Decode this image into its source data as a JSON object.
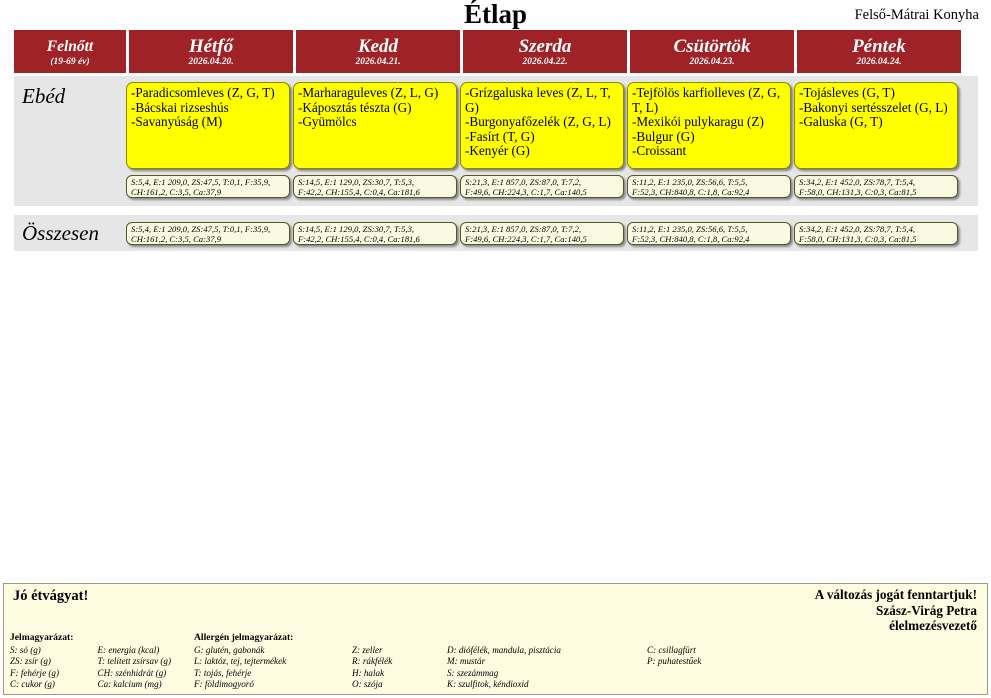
{
  "header": {
    "title": "Étlap",
    "kitchen": "Felső-Mátrai Konyha"
  },
  "columns": [
    {
      "title": "Felnőtt",
      "sub": "(19-69 év)"
    },
    {
      "title": "Hétfő",
      "sub": "2026.04.20."
    },
    {
      "title": "Kedd",
      "sub": "2026.04.21."
    },
    {
      "title": "Szerda",
      "sub": "2026.04.22."
    },
    {
      "title": "Csütörtök",
      "sub": "2026.04.23."
    },
    {
      "title": "Péntek",
      "sub": "2026.04.24."
    }
  ],
  "rows": {
    "meal": {
      "label": "Ebéd",
      "days": [
        {
          "dishes": [
            "-Paradicsomleves (Z, G, T)",
            "-Bácskai rizseshús",
            "-Savanyúság (M)"
          ],
          "nutrition_line1": "S:5,4, E:1 209,0, ZS:47,5, T:0,1, F:35,9,",
          "nutrition_line2": "CH:161,2, C:3,5, Ca:37,9"
        },
        {
          "dishes": [
            "-Marharaguleves  (Z, L, G)",
            "-Káposztás tészta (G)",
            "-Gyümölcs"
          ],
          "nutrition_line1": "S:14,5, E:1 129,0, ZS:30,7, T:5,3,",
          "nutrition_line2": "F:42,2, CH:155,4, C:0,4, Ca:181,6"
        },
        {
          "dishes": [
            "-Grízgaluska leves (Z, L, T, G)",
            "-Burgonyafőzelék  (Z, G, L)",
            "-Fasírt  (T, G)",
            "-Kenyér (G)"
          ],
          "nutrition_line1": "S:21,3, E:1 857,0, ZS:87,0, T:7,2,",
          "nutrition_line2": "F:49,6, CH:224,3, C:1,7, Ca:140,5"
        },
        {
          "dishes": [
            "-Tejfölös karfiolleves (Z, G, T, L)",
            "-Mexikói pulykaragu (Z)",
            "-Bulgur (G)",
            "-Croissant"
          ],
          "nutrition_line1": "S:11,2, E:1 235,0, ZS:56,6, T:5,5,",
          "nutrition_line2": "F:52,3, CH:840,8, C:1,8, Ca:92,4"
        },
        {
          "dishes": [
            "-Tojásleves (G, T)",
            "-Bakonyi sertésszelet  (G, L)",
            "-Galuska (G, T)"
          ],
          "nutrition_line1": "S:34,2, E:1 452,0, ZS:78,7, T:5,4,",
          "nutrition_line2": "F:58,0, CH:131,3, C:0,3, Ca:81,5"
        }
      ]
    },
    "total": {
      "label": "Összesen",
      "days": [
        {
          "nutrition_line1": "S:5,4, E:1 209,0, ZS:47,5, T:0,1, F:35,9,",
          "nutrition_line2": "CH:161,2, C:3,5, Ca:37,9"
        },
        {
          "nutrition_line1": "S:14,5, E:1 129,0, ZS:30,7, T:5,3,",
          "nutrition_line2": "F:42,2, CH:155,4, C:0,4, Ca:181,6"
        },
        {
          "nutrition_line1": "S:21,3, E:1 857,0, ZS:87,0, T:7,2,",
          "nutrition_line2": "F:49,6, CH:224,3, C:1,7, Ca:140,5"
        },
        {
          "nutrition_line1": "S:11,2, E:1 235,0, ZS:56,6, T:5,5,",
          "nutrition_line2": "F:52,3, CH:840,8, C:1,8, Ca:92,4"
        },
        {
          "nutrition_line1": "S:34,2, E:1 452,0, ZS:78,7, T:5,4,",
          "nutrition_line2": "F:58,0, CH:131,3, C:0,3, Ca:81,5"
        }
      ]
    }
  },
  "footer": {
    "bon_appetit": "Jó étvágyat!",
    "rights_line1": "A változás jogát fenntartjuk!",
    "rights_line2": "Szász-Virág Petra",
    "rights_line3": "élelmezésvezető",
    "nutrition_legend_title": "Jelmagyarázat:",
    "nutrition_legend_col1": [
      "S: só (g)",
      "ZS: zsír (g)",
      "F: fehérje (g)",
      "C: cukor (g)"
    ],
    "nutrition_legend_col2": [
      "E: energia (kcal)",
      "T: telített zsírsav (g)",
      "CH: szénhidrát (g)",
      "Ca: kalcium (mg)"
    ],
    "allergen_legend_title": "Allergén jelmagyarázat:",
    "allergen_col1": [
      "G: glutén, gabonák",
      "L: laktóz, tej, tejtermékek",
      "T: tojás, fehérje",
      "F: földimogyoró"
    ],
    "allergen_col2": [
      "Z: zeller",
      "R: rákfélék",
      "H: halak",
      "O: szója"
    ],
    "allergen_col3": [
      "D: diófélék, mandula, pisztácia",
      "M: mustár",
      "S: szezámmag",
      "K: szulfitok, kéndioxid"
    ],
    "allergen_col4": [
      "C: csillagfürt",
      "P: puhatestűek"
    ]
  },
  "colors": {
    "header_red": "#9E2226",
    "dish_yellow": "#FFFF00",
    "nutrition_cream": "#FAFAE2",
    "band_gray": "#E6E6E6",
    "footer_cream": "#FDFCE0"
  }
}
